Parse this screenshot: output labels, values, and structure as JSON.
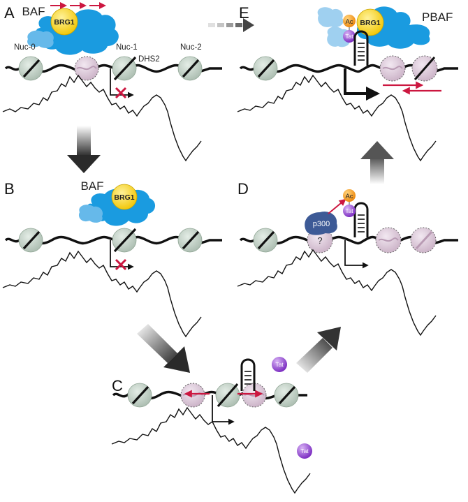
{
  "panels": {
    "a": {
      "letter": "A",
      "complex_label": "BAF",
      "subunit": "BRG1"
    },
    "b": {
      "letter": "B",
      "complex_label": "BAF",
      "subunit": "BRG1"
    },
    "c": {
      "letter": "C"
    },
    "d": {
      "letter": "D",
      "coactivator": "p300",
      "unknown_mark": "?",
      "modification": "Ac"
    },
    "e": {
      "letter": "E",
      "complex_label": "PBAF",
      "subunit": "BRG1",
      "modification": "Ac"
    }
  },
  "nucleosome_labels": {
    "nuc0": "Nuc-0",
    "nuc1": "Nuc-1",
    "dhs2": "DHS2",
    "nuc2": "Nuc-2"
  },
  "factor": "Tat",
  "colors": {
    "baf_blue": "#1a9be0",
    "baf_light_blue": "#9fd0f0",
    "brg1_yellow": "#f5d21c",
    "nucleosome_green": "#c8d8cc",
    "nucleosome_pink": "#e3d2e0",
    "repression_red": "#cc1740",
    "tat_purple": "#9b4fd6",
    "acetyl_orange": "#f49a1a",
    "p300_navy": "#3d5a96"
  }
}
